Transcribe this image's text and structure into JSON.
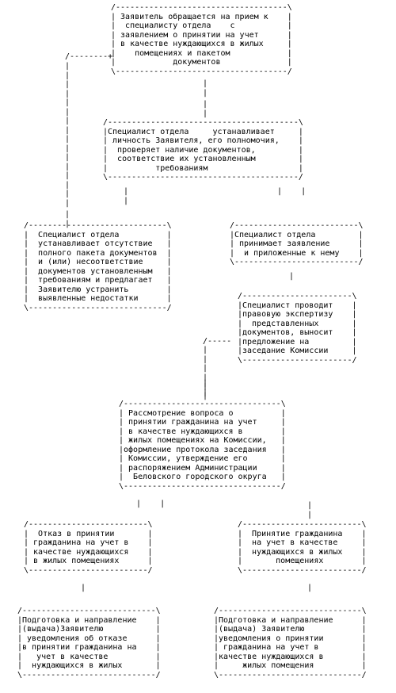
{
  "diagram": {
    "nodes": [
      {
        "id": "applicant-submits",
        "lines": [
          "/------------------------------------\\",
          "| Заявитель обращается на прием к    |",
          "|  специалисту отдела    с           |",
          "| заявлением о принятии на учет      |",
          "| в качестве нуждающихся в жилых     |",
          "|    помещениях и пакетом            |",
          "|            документов              |",
          "\\------------------------------------/"
        ]
      },
      {
        "id": "specialist-verifies",
        "lines": [
          "/----------------------------------------\\",
          "|Специалист отдела     устанавливает     |",
          "| личность Заявителя, его полномочия,    |",
          "|  проверяет наличие документов,         |",
          "|  соответствие их установленным         |",
          "|          требованиям                   |",
          "\\----------------------------------------/"
        ]
      },
      {
        "id": "incomplete-package",
        "lines": [
          "/-----------------------------\\",
          "|  Специалист отдела          |",
          "|  устанавливает отсутствие   |",
          "|  полного пакета документов  |",
          "|  и (или) несоответствие     |",
          "|  документов установленным   |",
          "|  требованиям и предлагает   |",
          "|  Заявителю устранить        |",
          "|  выявленные недостатки      |",
          "\\-----------------------------/"
        ]
      },
      {
        "id": "accepts-application",
        "lines": [
          "/--------------------------\\",
          "|Специалист отдела         |",
          "| принимает заявление      |",
          "|  и приложенные к нему    |",
          "\\--------------------------/"
        ]
      },
      {
        "id": "legal-review",
        "lines": [
          "/-----------------------\\",
          "|Специалист проводит    |",
          "|правовую экспертизу    |",
          "|  представленных       |",
          "|документов, выносит    |",
          "|предложение на         |",
          "|заседание Комиссии     |",
          "\\-----------------------/"
        ]
      },
      {
        "id": "commission-review",
        "lines": [
          "/---------------------------------\\",
          "| Рассмотрение вопроса о          |",
          "| принятии гражданина на учет     |",
          "| в качестве нуждающихся в        |",
          "| жилых помещениях на Комиссии,   |",
          "|оформление протокола заседания   |",
          "| Комиссии, утверждение его       |",
          "| распоряжением Администрации     |",
          "|  Беловского городского округа   |",
          "\\---------------------------------/"
        ]
      },
      {
        "id": "refusal",
        "lines": [
          "/-------------------------\\",
          "|  Отказ в принятии       |",
          "| гражданина на учет в    |",
          "| качестве нуждающихся    |",
          "| в жилых помещениях      |",
          "\\-------------------------/"
        ]
      },
      {
        "id": "acceptance",
        "lines": [
          "/-------------------------\\",
          "|  Принятие гражданина    |",
          "|  на учет в качестве     |",
          "|  нуждающихся в жилых    |",
          "|       помещениях        |",
          "\\-------------------------/"
        ]
      },
      {
        "id": "refusal-notice",
        "lines": [
          "/----------------------------\\",
          "|Подготовка и направление    |",
          "|(выдача)Заявителю           |",
          "| уведомления об отказе      |",
          "|в принятии гражданина на    |",
          "|   учет в качестве          |",
          "|  нуждающихся в жилых       |",
          "\\----------------------------/"
        ]
      },
      {
        "id": "acceptance-notice",
        "lines": [
          "/------------------------------\\",
          "|Подготовка и направление      |",
          "|(выдача) Заявителю            |",
          "|уведомления о принятии        |",
          "| гражданина на учет в         |",
          "|качестве нуждающихся в        |",
          "|     жилых помещения          |",
          "\\------------------------------/"
        ]
      }
    ],
    "connectors": [
      {
        "id": "connector-1",
        "lines": [
          "/--------+"
        ]
      },
      {
        "id": "connector-2",
        "lines": [
          "|",
          "|"
        ]
      },
      {
        "id": "connector-3",
        "lines": [
          "|",
          "|"
        ]
      },
      {
        "id": "connector-4",
        "lines": [
          "|",
          "|"
        ]
      },
      {
        "id": "connector-5",
        "lines": [
          "|    |"
        ]
      },
      {
        "id": "connector-6",
        "lines": [
          "|",
          "|",
          "|",
          "|",
          "|",
          "|",
          "|",
          "|",
          "|",
          "|",
          "|",
          "|",
          "|",
          "|",
          "|",
          "|"
        ]
      },
      {
        "id": "connector-7",
        "lines": [
          "|",
          "|"
        ]
      },
      {
        "id": "connector-8",
        "lines": [
          "|"
        ]
      },
      {
        "id": "connector-9",
        "lines": [
          "/-----"
        ]
      },
      {
        "id": "connector-10",
        "lines": [
          "|",
          "|",
          "|",
          "|",
          "|",
          "|"
        ]
      },
      {
        "id": "connector-11",
        "lines": [
          "|",
          "|"
        ]
      },
      {
        "id": "connector-12",
        "lines": [
          "|    |"
        ]
      },
      {
        "id": "connector-13",
        "lines": [
          "|",
          "|"
        ]
      },
      {
        "id": "connector-14",
        "lines": [
          "|"
        ]
      },
      {
        "id": "connector-15",
        "lines": [
          "|"
        ]
      }
    ]
  }
}
